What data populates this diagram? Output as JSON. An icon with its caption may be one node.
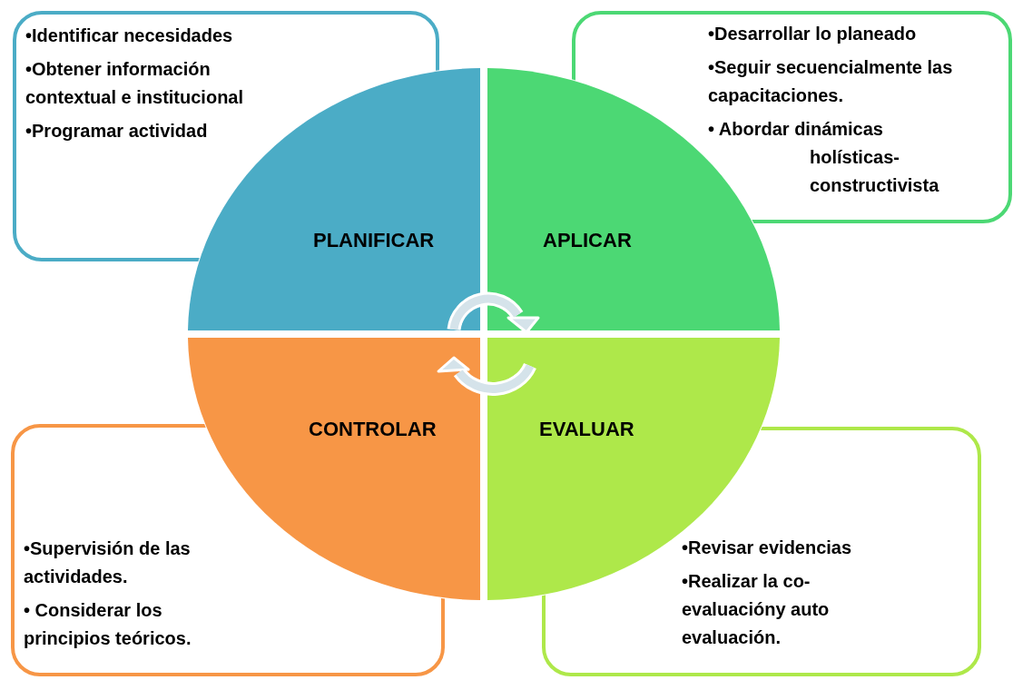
{
  "diagram": {
    "nodes": [
      {
        "text": [
          "•Identificar necesidades",
          "•Obtener información contextual e institucional",
          "•Programar actividad"
        ]
      },
      {
        "text": [
          "•Desarrollar lo planeado",
          "•Seguir secuencialmente las capacitaciones.",
          "• Abordar dinámicas holísticas-constructivista"
        ]
      },
      {
        "text": [
          "PLANIFICAR"
        ]
      },
      {
        "text": [
          "APLICAR"
        ]
      },
      {
        "text": [
          "CONTROLAR"
        ]
      },
      {
        "text": [
          "EVALUAR"
        ]
      },
      {
        "text": [
          "•Supervisión de las actividades.",
          "• Considerar los principios teóricos."
        ]
      },
      {
        "text": [
          "•Revisar evidencias",
          "•Realizar la co-evaluacióny auto evaluación."
        ]
      }
    ]
  }
}
